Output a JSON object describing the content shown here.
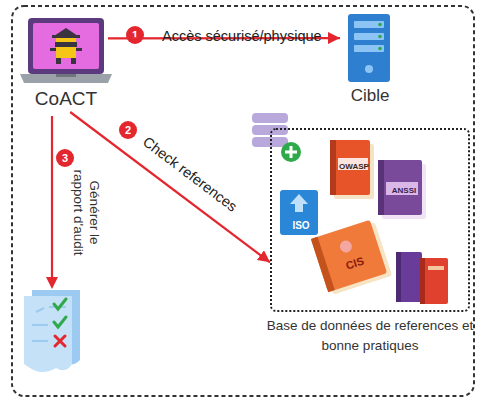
{
  "diagram": {
    "nodes": [
      {
        "text": [
          "CoACT"
        ]
      },
      {
        "text": [
          "Cible"
        ]
      },
      {
        "text": [
          "Base de données de references et bonne pratiques"
        ]
      },
      {
        "text": [
          "OWASP"
        ],
        "in": 2
      },
      {
        "text": [
          "ANSSI"
        ],
        "in": 2
      },
      {
        "text": [
          "ISO"
        ],
        "in": 2
      },
      {
        "text": [
          "CIS"
        ],
        "in": 2
      }
    ],
    "edges": [
      {
        "from": 0,
        "to": 1,
        "label": "Accès sécurisé/physique",
        "arrow": "to"
      },
      {
        "from": 0,
        "to": 2,
        "label": "Check references",
        "arrow": "to"
      }
    ],
    "labels": [
      "1",
      "2",
      "3",
      "Générer le rapport d'audit"
    ]
  }
}
